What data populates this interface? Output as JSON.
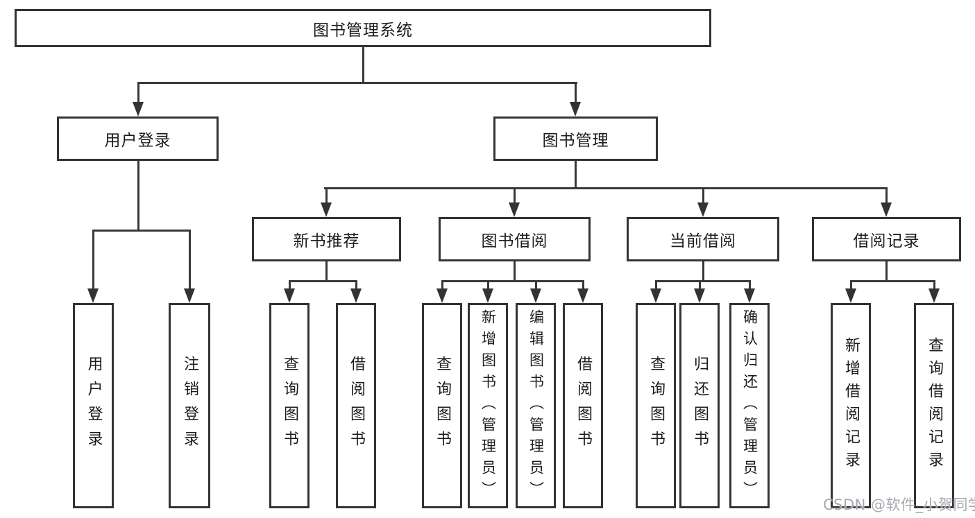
{
  "diagram": {
    "title": "图书管理系统",
    "watermark": "CSDN @软件_小贺同学",
    "colors": {
      "background": "#ffffff",
      "border": "#333333",
      "line": "#383838",
      "text": "#1c1c1c",
      "watermark": "#a4a9ae"
    },
    "nodes": {
      "root": {
        "label": "图书管理系统"
      },
      "level1": [
        {
          "label": "用户登录"
        },
        {
          "label": "图书管理"
        }
      ],
      "level2": [
        {
          "label": "新书推荐",
          "parent": "图书管理"
        },
        {
          "label": "图书借阅",
          "parent": "图书管理"
        },
        {
          "label": "当前借阅",
          "parent": "图书管理"
        },
        {
          "label": "借阅记录",
          "parent": "图书管理"
        }
      ],
      "leaves": [
        {
          "label": "用户登录",
          "parent": "用户登录"
        },
        {
          "label": "注销登录",
          "parent": "用户登录"
        },
        {
          "label": "查询图书",
          "parent": "新书推荐"
        },
        {
          "label": "借阅图书",
          "parent": "新书推荐"
        },
        {
          "label": "查询图书",
          "parent": "图书借阅"
        },
        {
          "label": "新增图书（管理员）",
          "parent": "图书借阅"
        },
        {
          "label": "编辑图书（管理员）",
          "parent": "图书借阅"
        },
        {
          "label": "借阅图书",
          "parent": "图书借阅"
        },
        {
          "label": "查询图书",
          "parent": "当前借阅"
        },
        {
          "label": "归还图书",
          "parent": "当前借阅"
        },
        {
          "label": "确认归还（管理员）",
          "parent": "当前借阅"
        },
        {
          "label": "新增借阅记录",
          "parent": "借阅记录"
        },
        {
          "label": "查询借阅记录",
          "parent": "借阅记录"
        }
      ]
    }
  }
}
